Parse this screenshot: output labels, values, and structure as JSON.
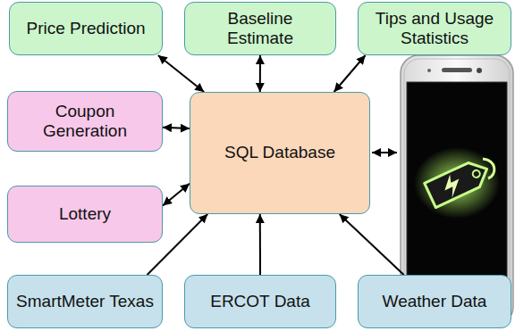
{
  "diagram": {
    "nodes": [
      {
        "text": [
          "Price Prediction"
        ]
      },
      {
        "text": [
          "Baseline Estimate"
        ]
      },
      {
        "text": [
          "Tips and Usage Statistics"
        ]
      },
      {
        "text": [
          "Coupon Generation"
        ]
      },
      {
        "text": [
          "SQL Database"
        ]
      },
      {
        "text": [
          "Lottery"
        ]
      },
      {
        "text": [
          "SmartMeter Texas"
        ]
      },
      {
        "text": [
          "ERCOT Data"
        ]
      },
      {
        "text": [
          "Weather Data"
        ]
      }
    ],
    "edges": [
      {
        "from": 0,
        "to": 4,
        "arrow": "both"
      },
      {
        "from": 1,
        "to": 4,
        "arrow": "both"
      },
      {
        "from": 2,
        "to": 4,
        "arrow": "both"
      },
      {
        "from": 3,
        "to": 4,
        "arrow": "both"
      },
      {
        "from": 5,
        "to": 4,
        "arrow": "both"
      },
      {
        "from": 6,
        "to": 4,
        "arrow": "to"
      },
      {
        "from": 7,
        "to": 4,
        "arrow": "to"
      },
      {
        "from": 8,
        "to": 4,
        "arrow": "to"
      }
    ]
  }
}
